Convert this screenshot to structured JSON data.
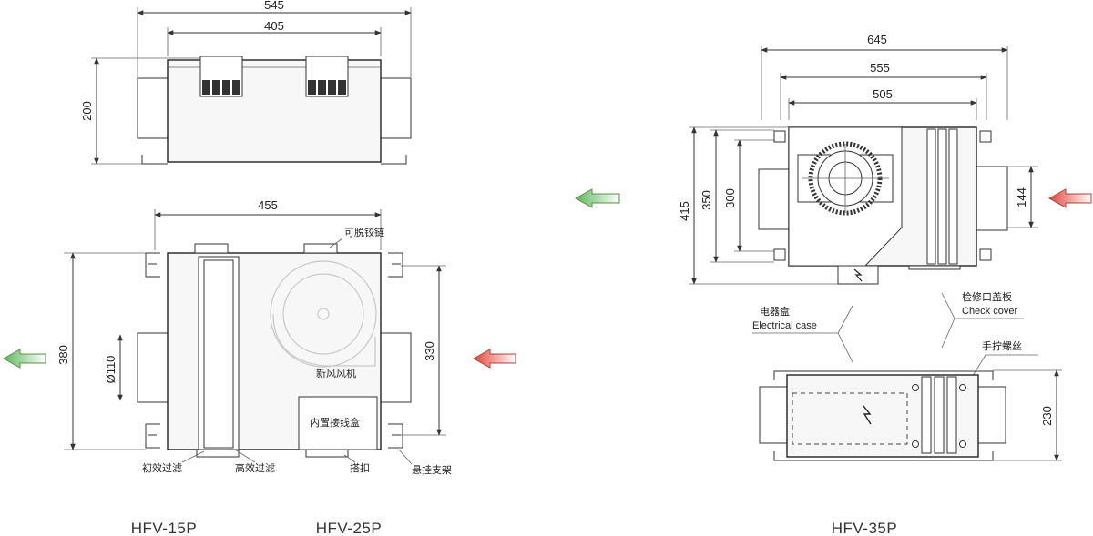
{
  "dimensions": {
    "top_overall": "545",
    "top_inner": "405",
    "top_height": "200",
    "front_width": "455",
    "front_height": "380",
    "front_inner_height": "330",
    "duct_diameter": "Ø110",
    "r_overall": "645",
    "r_mid": "555",
    "r_inner": "505",
    "r_height_overall": "415",
    "r_height_mid": "350",
    "r_height_inner": "300",
    "r_duct": "144",
    "r_bottom_height": "230"
  },
  "labels": {
    "hinge": "可脱铰链",
    "fan": "新风风机",
    "junction_box": "内置接线盒",
    "primary_filter": "初效过滤",
    "hepa_filter": "高效过滤",
    "latch": "搭扣",
    "hanger": "悬挂支架",
    "elec_box_cn": "电器盒",
    "elec_box_en": "Electrical case",
    "check_cover_cn": "检修口盖板",
    "check_cover_en": "Check cover",
    "thumb_screw": "手拧螺丝"
  },
  "models": {
    "m1": "HFV-15P",
    "m2": "HFV-25P",
    "m3": "HFV-35P"
  },
  "colors": {
    "outflow_green": "#5cb85c",
    "inflow_red": "#e0453a"
  }
}
